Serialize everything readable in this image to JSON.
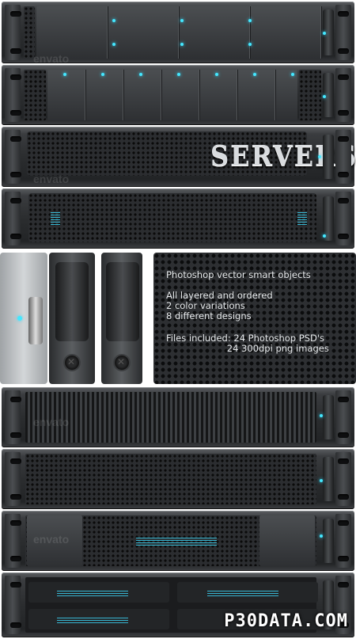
{
  "product": {
    "logo_text": "SERVERS",
    "description_lines": [
      "Photoshop vector smart objects",
      "",
      "All layered and ordered",
      "2 color variations",
      "8 different designs",
      "",
      "Files included: 24 Photoshop PSD's",
      "                     24 300dpi png images"
    ]
  },
  "watermark": "envato",
  "site_brand": "P30DATA.COM",
  "colors": {
    "led": "#44e8ff",
    "rack_dark": "#222426",
    "background": "#ffffff"
  }
}
